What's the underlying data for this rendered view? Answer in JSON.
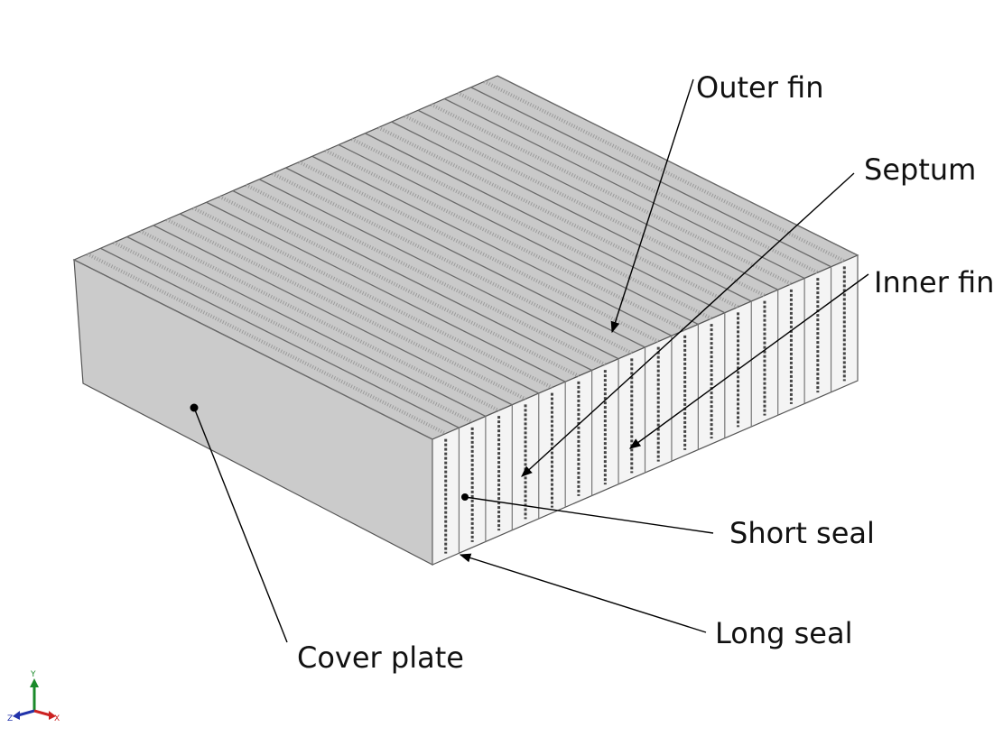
{
  "labels": {
    "outer_fin": "Outer fin",
    "septum": "Septum",
    "inner_fin": "Inner fin",
    "short_seal": "Short seal",
    "long_seal": "Long seal",
    "cover_plate": "Cover plate"
  },
  "triad": {
    "y": "Y",
    "z": "Z",
    "x": "X",
    "colors": {
      "y": "#1a8a2a",
      "z": "#2233aa",
      "x": "#cc2222"
    }
  },
  "colors": {
    "top_face": "#c9c9c9",
    "left_face": "#cacaca",
    "front_face": "#f4f4f4",
    "edge": "#555555",
    "leader": "#000000"
  }
}
